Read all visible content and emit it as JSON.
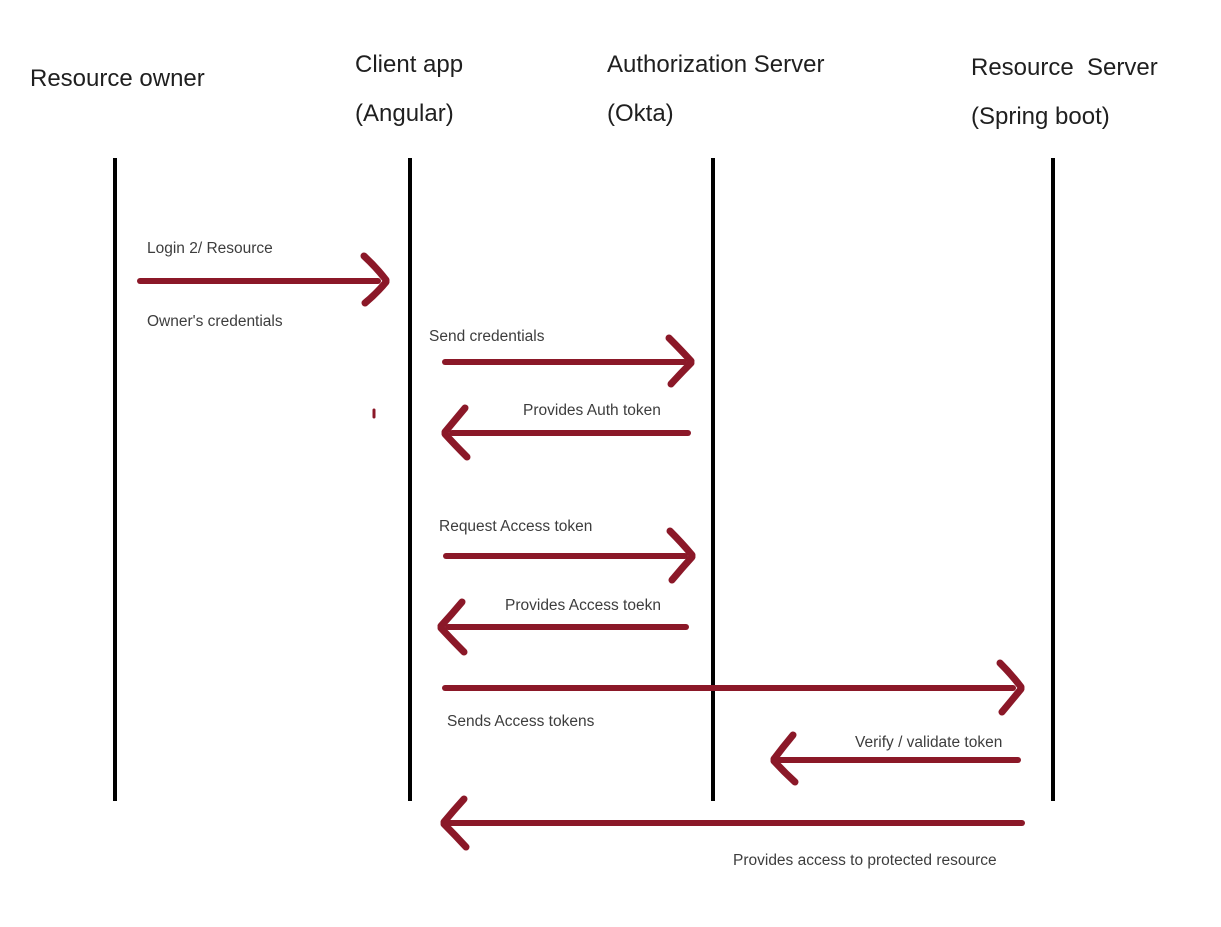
{
  "diagram_type": "oauth-sequence-diagram",
  "colors": {
    "arrow": "#8b1828",
    "lifeline": "#000000",
    "actor_text": "#1f1f1f",
    "label_text": "#3d3d3d",
    "background": "#ffffff"
  },
  "actors": [
    {
      "name": "Resource owner",
      "subtitle": ""
    },
    {
      "name": "Client app",
      "subtitle": "(Angular)"
    },
    {
      "name": "Authorization Server",
      "subtitle": "(Okta)"
    },
    {
      "name": "Resource  Server",
      "subtitle": "(Spring boot)"
    }
  ],
  "messages": [
    {
      "label": "Login 2/ Resource",
      "label_line2": "Owner's credentials",
      "from": "Resource owner",
      "to": "Client app (Angular)",
      "direction": "right"
    },
    {
      "label": "Send credentials",
      "from": "Client app (Angular)",
      "to": "Authorization Server (Okta)",
      "direction": "right"
    },
    {
      "label": "Provides Auth token",
      "from": "Authorization Server (Okta)",
      "to": "Client app (Angular)",
      "direction": "left"
    },
    {
      "label": "Request Access token",
      "from": "Client app (Angular)",
      "to": "Authorization Server (Okta)",
      "direction": "right"
    },
    {
      "label": "Provides Access toekn",
      "from": "Authorization Server (Okta)",
      "to": "Client app (Angular)",
      "direction": "left"
    },
    {
      "label": "Sends Access tokens",
      "from": "Client app (Angular)",
      "to": "Resource Server (Spring boot)",
      "direction": "right"
    },
    {
      "label": "Verify / validate token",
      "from": "Resource Server (Spring boot)",
      "to": "Authorization Server (Okta)",
      "direction": "left"
    },
    {
      "label": "Provides access to protected resource",
      "from": "Resource Server (Spring boot)",
      "to": "Client app (Angular)",
      "direction": "left"
    }
  ]
}
